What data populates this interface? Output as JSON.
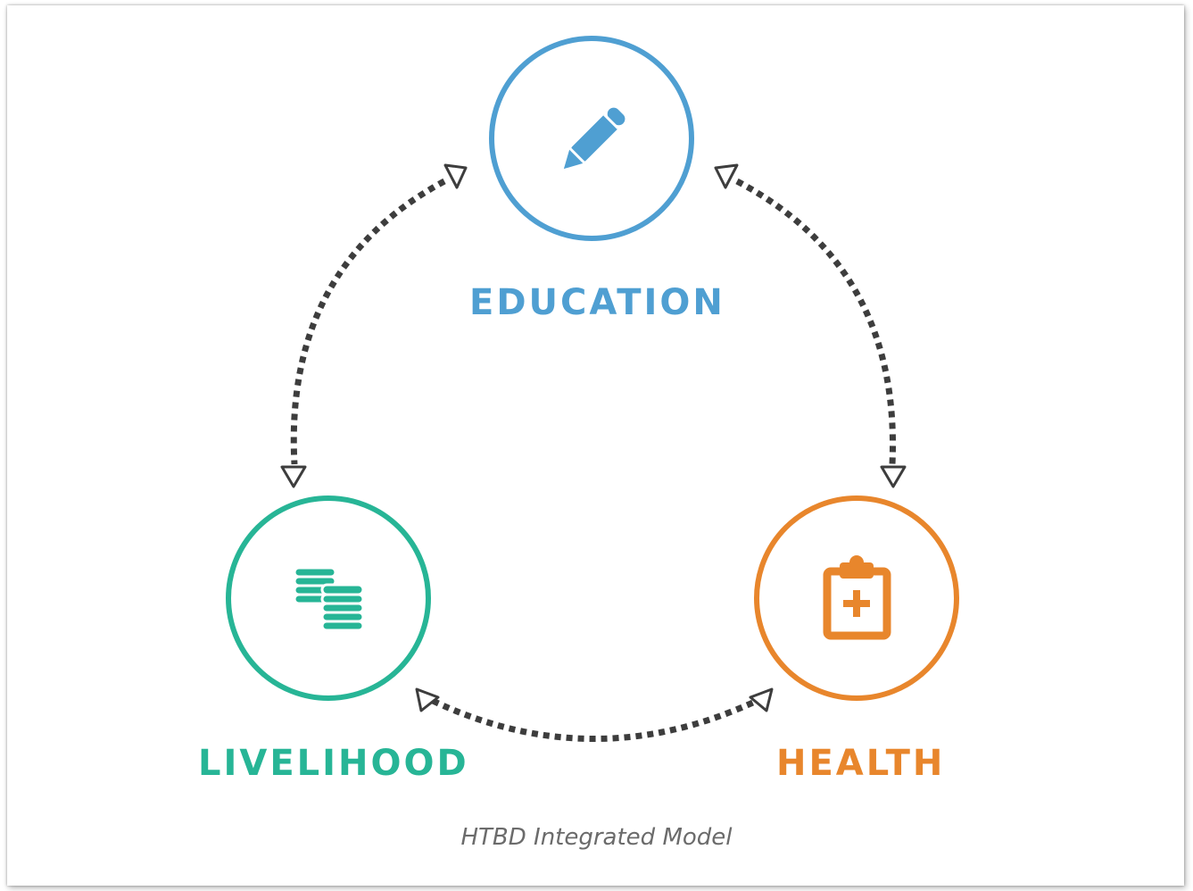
{
  "nodes": {
    "education": {
      "label": "EDUCATION",
      "color": "#4f9fd2",
      "icon": "pencil-icon"
    },
    "livelihood": {
      "label": "LIVELIHOOD",
      "color": "#27b596",
      "icon": "coins-icon"
    },
    "health": {
      "label": "HEALTH",
      "color": "#e8862c",
      "icon": "clipboard-medical-icon"
    }
  },
  "connector_color": "#3d3d3d",
  "caption": "HTBD Integrated Model"
}
